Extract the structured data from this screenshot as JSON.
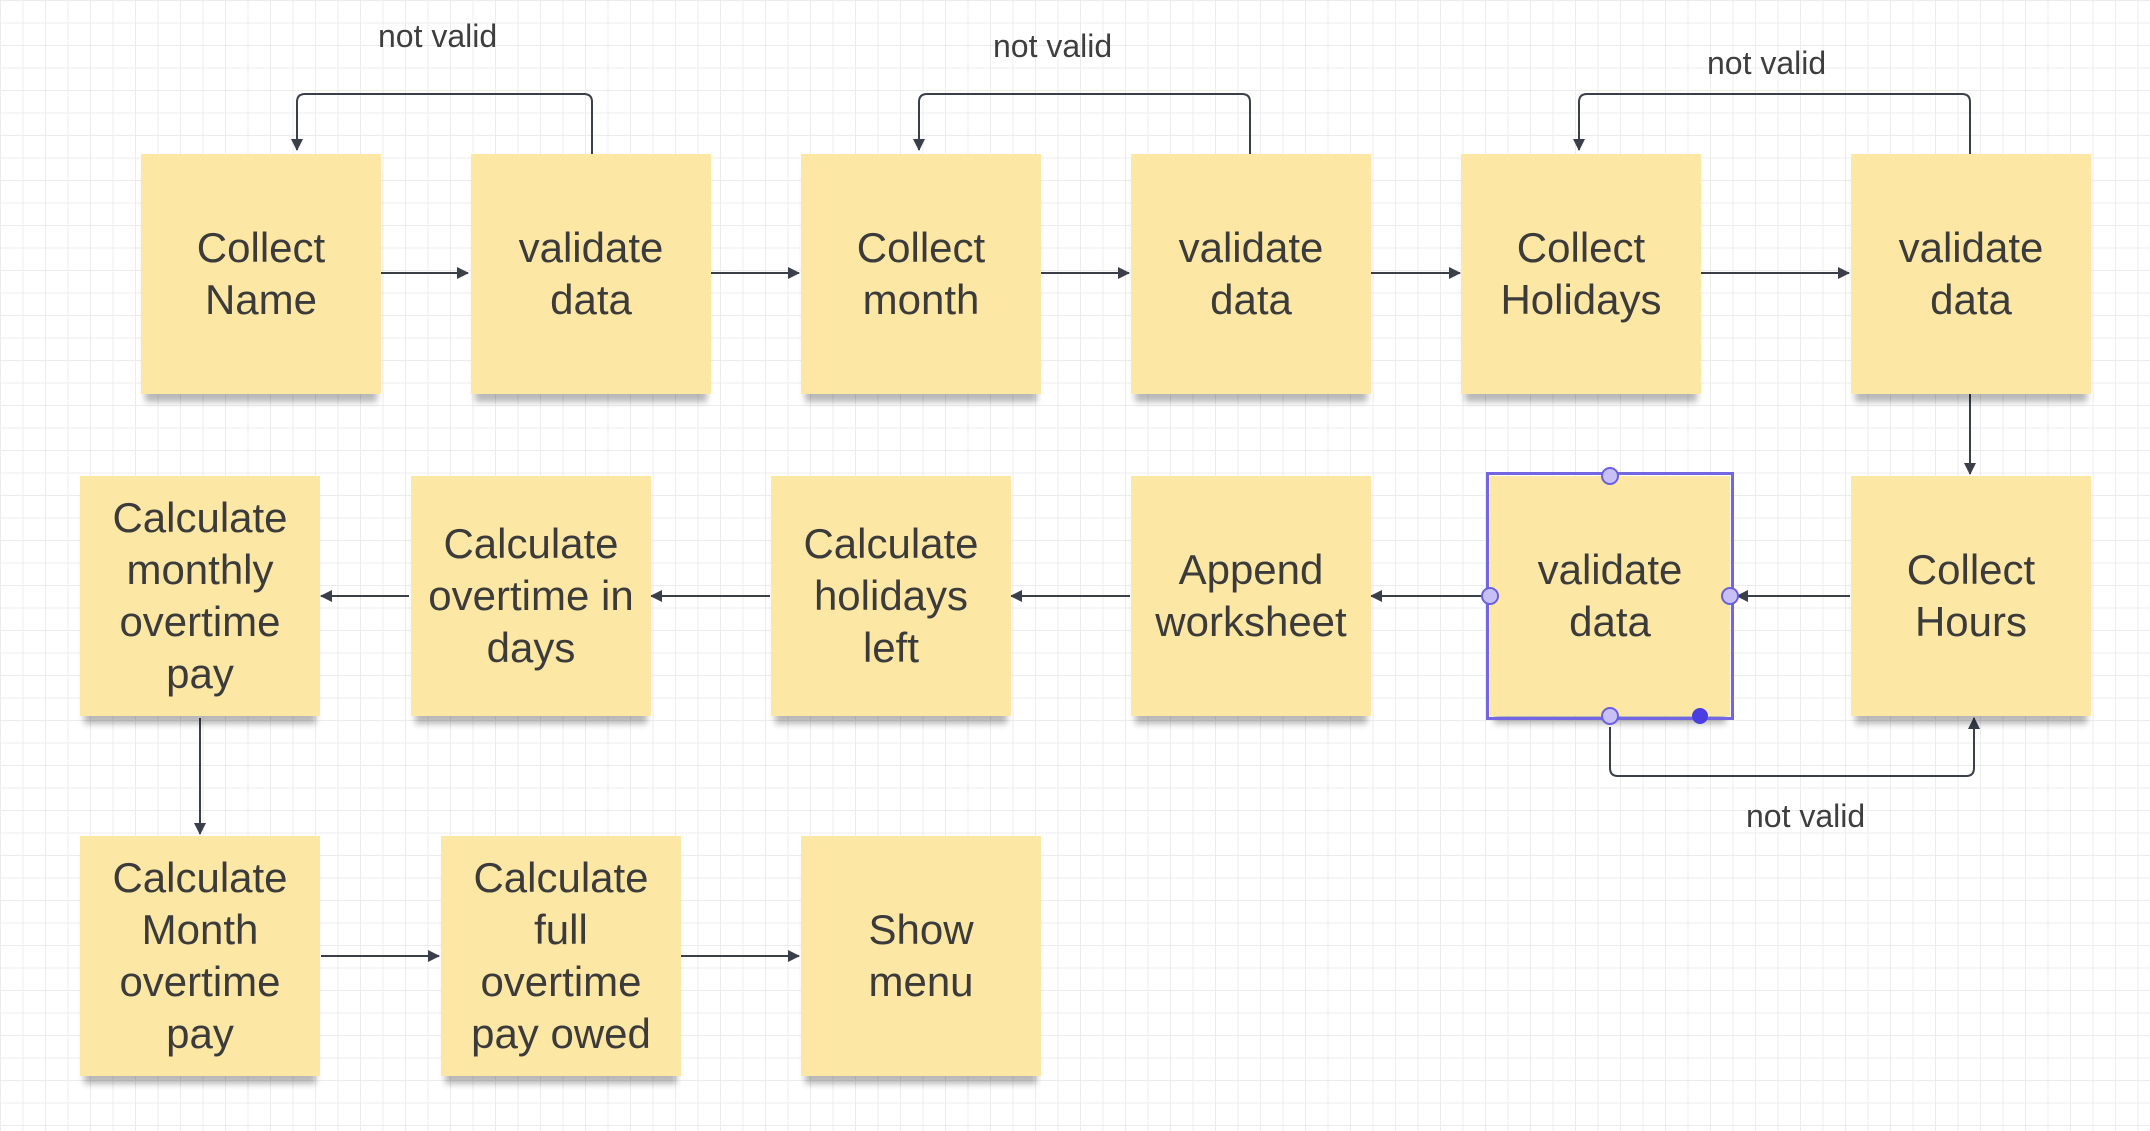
{
  "nodes": [
    {
      "id": "collect-name",
      "label": "Collect\nName"
    },
    {
      "id": "validate-name",
      "label": "validate\ndata"
    },
    {
      "id": "collect-month",
      "label": "Collect\nmonth"
    },
    {
      "id": "validate-month",
      "label": "validate\ndata"
    },
    {
      "id": "collect-holidays",
      "label": "Collect\nHolidays"
    },
    {
      "id": "validate-holidays",
      "label": "validate\ndata"
    },
    {
      "id": "collect-hours",
      "label": "Collect\nHours"
    },
    {
      "id": "validate-hours",
      "label": "validate\ndata"
    },
    {
      "id": "append-worksheet",
      "label": "Append\nworksheet"
    },
    {
      "id": "calc-holidays-left",
      "label": "Calculate\nholidays\nleft"
    },
    {
      "id": "calc-overtime-days",
      "label": "Calculate\novertime in\ndays"
    },
    {
      "id": "calc-monthly-overtime-pay",
      "label": "Calculate\nmonthly\novertime\npay"
    },
    {
      "id": "calc-month-overtime-pay",
      "label": "Calculate\nMonth\novertime\npay"
    },
    {
      "id": "calc-full-overtime-pay",
      "label": "Calculate\nfull\novertime\npay owed"
    },
    {
      "id": "show-menu",
      "label": "Show\nmenu"
    }
  ],
  "edge_labels": {
    "loop1": "not valid",
    "loop2": "not valid",
    "loop3": "not valid",
    "loop4": "not valid"
  },
  "colors": {
    "note": "#fce7a5",
    "edge": "#3a3f4a",
    "selection": "#7466e0"
  }
}
